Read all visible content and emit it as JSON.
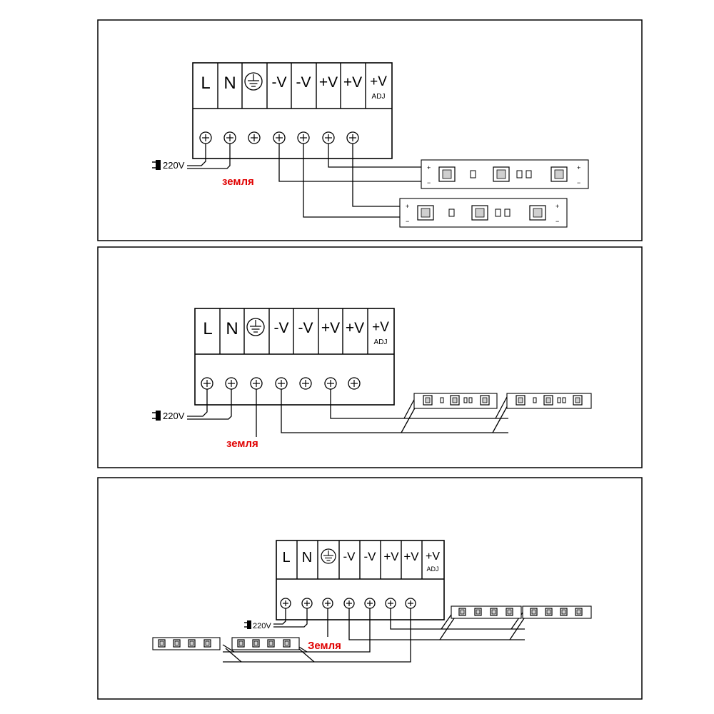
{
  "terminals": {
    "L": "L",
    "N": "N",
    "neg1": "-V",
    "neg2": "-V",
    "pos1": "+V",
    "pos2": "+V",
    "adj_v": "+V",
    "adj": "ADJ"
  },
  "mains_label": "220V",
  "strip_marks": {
    "plus": "+",
    "minus": "−"
  },
  "panels": [
    {
      "ground_label": "земля"
    },
    {
      "ground_label": "земля"
    },
    {
      "ground_label": "Земля"
    }
  ],
  "colors": {
    "ground_label": "#e00000",
    "line": "#000000"
  }
}
